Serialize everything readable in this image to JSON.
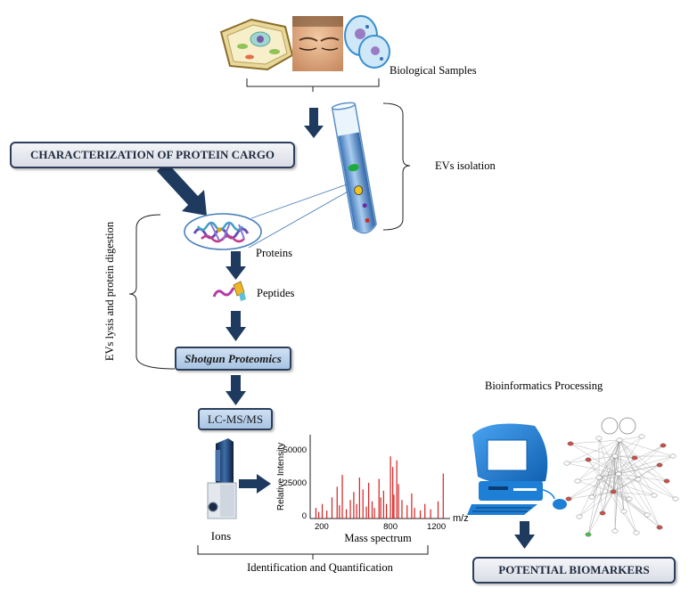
{
  "labels": {
    "biological_samples": "Biological Samples",
    "evs_isolation": "EVs isolation",
    "characterization": "CHARACTERIZATION OF PROTEIN CARGO",
    "evs_lysis": "EVs lysis and protein digestion",
    "proteins": "Proteins",
    "peptides": "Peptides",
    "shotgun": "Shotgun Proteomics",
    "lcms": "LC-MS/MS",
    "ions": "Ions",
    "identification": "Identification and Quantification",
    "bioinformatics": "Bioinformatics Processing",
    "biomarkers": "POTENTIAL BIOMARKERS"
  },
  "chart_data": {
    "type": "bar",
    "title": "Mass spectrum",
    "xlabel": "m/z",
    "ylabel": "Relative Intensity",
    "xticks": [
      "200",
      "800",
      "1200"
    ],
    "yticks": [
      "0",
      "25000",
      "50000"
    ],
    "xlim": [
      100,
      1320
    ],
    "ylim": [
      -2000,
      60000
    ],
    "x": [
      150,
      175,
      205,
      245,
      290,
      335,
      355,
      380,
      415,
      450,
      480,
      505,
      530,
      560,
      590,
      610,
      640,
      660,
      700,
      715,
      740,
      765,
      800,
      820,
      830,
      855,
      870,
      900,
      945,
      985,
      1010,
      1060,
      1100,
      1150,
      1215,
      1260
    ],
    "values": [
      6000,
      3000,
      9000,
      4000,
      14000,
      22000,
      8000,
      31000,
      5000,
      12000,
      18000,
      9000,
      29000,
      20000,
      7000,
      25000,
      11000,
      6000,
      28000,
      14000,
      19000,
      9000,
      45000,
      37000,
      16000,
      42000,
      24000,
      12000,
      8000,
      17000,
      6000,
      4000,
      9000,
      5000,
      11000,
      32000
    ],
    "peak_color": "#d62020"
  },
  "colors": {
    "arrow": "#1f3a5f",
    "tube_liquid": "#4a86c8",
    "computer": "#1e7fd6"
  }
}
